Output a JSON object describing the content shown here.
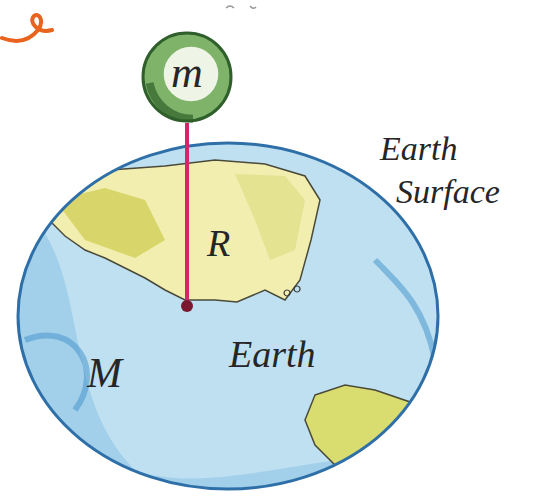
{
  "diagram": {
    "nodes": [
      {
        "text": [
          "m"
        ]
      },
      {
        "text": [
          "R",
          "Earth",
          "M"
        ]
      }
    ],
    "labels": [
      "Earth Surface"
    ]
  }
}
